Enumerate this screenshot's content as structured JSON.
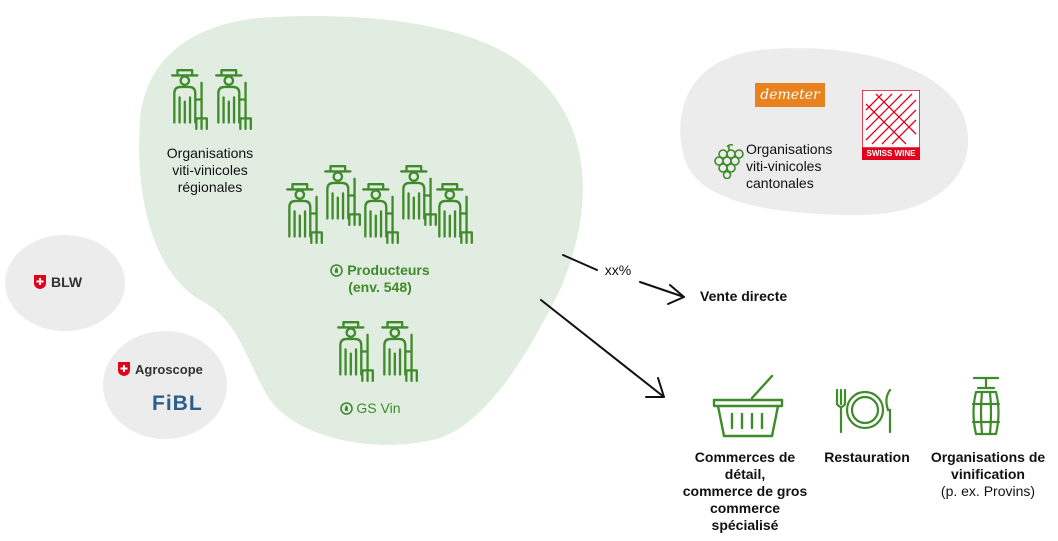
{
  "regional_orgs": {
    "line1": "Organisations",
    "line2": "viti-vinicoles",
    "line3": "régionales"
  },
  "producers": {
    "line1": "Producteurs",
    "line2": "(env. 548)"
  },
  "gs_vin": {
    "label": "GS Vin"
  },
  "blw": {
    "label": "BLW"
  },
  "agroscope": {
    "label": "Agroscope"
  },
  "fibl": {
    "label": "FiBL"
  },
  "cantonal": {
    "demeter": "demeter",
    "swisswine": "SWISS WINE",
    "line1": "Organisations",
    "line2": "viti-vinicoles",
    "line3": "cantonales"
  },
  "flow": {
    "percent": "xx%"
  },
  "direct_sales": {
    "label": "Vente directe"
  },
  "outlets": {
    "retail": {
      "line1": "Commerces de",
      "line2": "détail,",
      "line3": "commerce de gros",
      "line4": "commerce",
      "line5": "spécialisé"
    },
    "restaurant": {
      "label": "Restauration"
    },
    "vinification": {
      "line1": "Organisations de",
      "line2": "vinification",
      "line3": "(p. ex. Provins)"
    }
  },
  "colors": {
    "blob_green": "#e2ede2",
    "blob_grey": "#ececec",
    "icon_green": "#3f8a2a",
    "swiss_red": "#e3001b",
    "fibl_blue": "#2b5f8a",
    "demeter_orange": "#e8821e"
  }
}
